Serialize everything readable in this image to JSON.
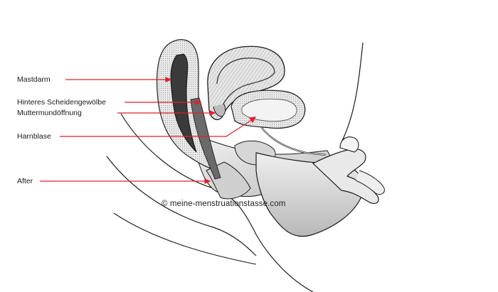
{
  "labels": {
    "mastdarm": "Mastdarm",
    "hinteres_scheidengewoelbe": "Hinteres Scheidengewölbe",
    "muttermundoeffnung": "Muttermundöffnung",
    "harnblase": "Harnblase",
    "after": "After"
  },
  "watermark": "© meine-menstruationstasse.com",
  "colors": {
    "pointer": "#e0202a",
    "line_art": "#1c1c1c",
    "tissue_fill": "#d9d9d9"
  }
}
